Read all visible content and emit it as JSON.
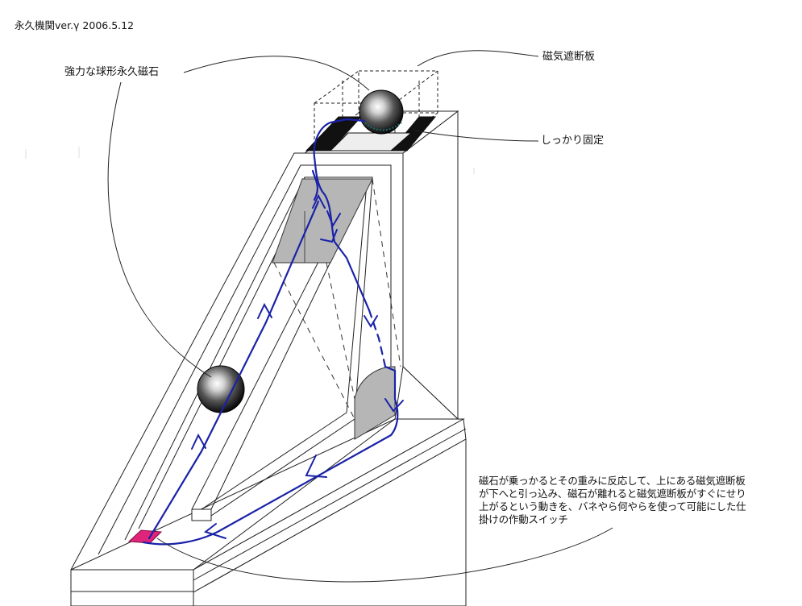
{
  "title": "永久機関ver.γ 2006.5.12",
  "labels": {
    "magnet": "強力な球形永久磁石",
    "shield": "磁気遮断板",
    "fixed": "しっかり固定",
    "switch": "磁石が乗っかるとその重みに反応して、上にある磁気遮断板が下へと引っ込み、磁石が離れると磁気遮断板がすぐにせり上がるという動きを、バネやら何やらを使って可能にした仕掛けの作動スイッチ"
  },
  "colors": {
    "path": "#1a22a8",
    "switch": "#e0247a",
    "shadow": "#b4b4b4",
    "line": "#222222"
  }
}
